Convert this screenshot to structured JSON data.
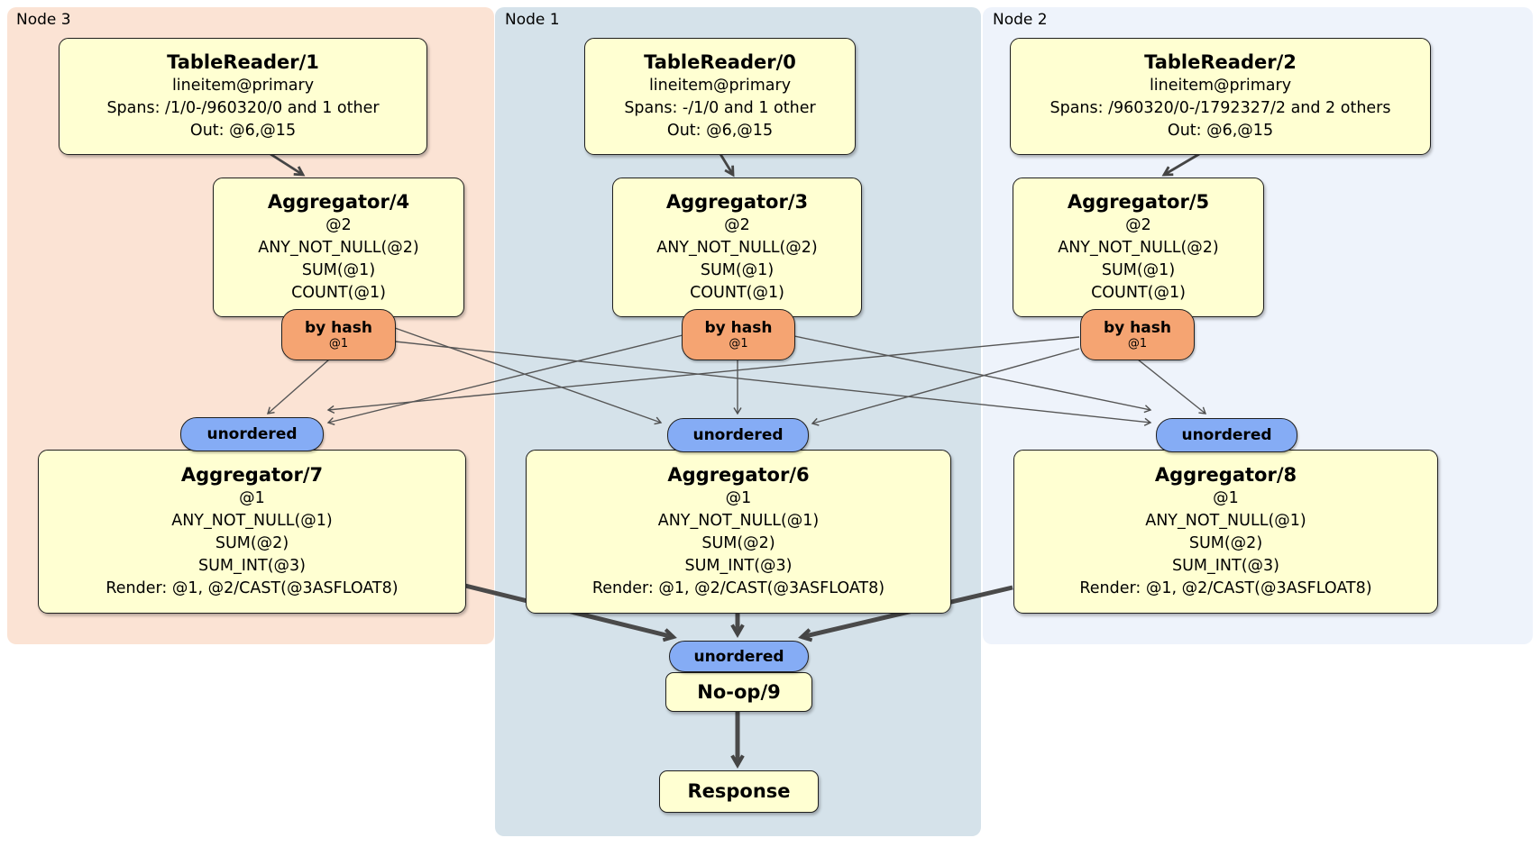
{
  "regions": [
    {
      "label": "Node 3"
    },
    {
      "label": "Node 1"
    },
    {
      "label": "Node 2"
    }
  ],
  "boxes": {
    "tr1": {
      "title": "TableReader/1",
      "lines": [
        "lineitem@primary",
        "Spans: /1/0-/960320/0 and 1 other",
        "Out: @6,@15"
      ]
    },
    "tr0": {
      "title": "TableReader/0",
      "lines": [
        "lineitem@primary",
        "Spans: -/1/0 and 1 other",
        "Out: @6,@15"
      ]
    },
    "tr2": {
      "title": "TableReader/2",
      "lines": [
        "lineitem@primary",
        "Spans: /960320/0-/1792327/2 and 2 others",
        "Out: @6,@15"
      ]
    },
    "agg4": {
      "title": "Aggregator/4",
      "lines": [
        "@2",
        "ANY_NOT_NULL(@2)",
        "SUM(@1)",
        "COUNT(@1)"
      ]
    },
    "agg3": {
      "title": "Aggregator/3",
      "lines": [
        "@2",
        "ANY_NOT_NULL(@2)",
        "SUM(@1)",
        "COUNT(@1)"
      ]
    },
    "agg5": {
      "title": "Aggregator/5",
      "lines": [
        "@2",
        "ANY_NOT_NULL(@2)",
        "SUM(@1)",
        "COUNT(@1)"
      ]
    },
    "agg7": {
      "title": "Aggregator/7",
      "lines": [
        "@1",
        "ANY_NOT_NULL(@1)",
        "SUM(@2)",
        "SUM_INT(@3)",
        "Render: @1, @2/CAST(@3ASFLOAT8)"
      ]
    },
    "agg6": {
      "title": "Aggregator/6",
      "lines": [
        "@1",
        "ANY_NOT_NULL(@1)",
        "SUM(@2)",
        "SUM_INT(@3)",
        "Render: @1, @2/CAST(@3ASFLOAT8)"
      ]
    },
    "agg8": {
      "title": "Aggregator/8",
      "lines": [
        "@1",
        "ANY_NOT_NULL(@1)",
        "SUM(@2)",
        "SUM_INT(@3)",
        "Render: @1, @2/CAST(@3ASFLOAT8)"
      ]
    },
    "noop": {
      "title": "No-op/9"
    },
    "response": {
      "title": "Response"
    }
  },
  "routers": {
    "by_hash_label": "by hash",
    "by_hash_sub": "@1",
    "sync_label": "unordered"
  },
  "colors": {
    "node3_bg": "#fbe3d4",
    "node1_bg": "#d5e2ea",
    "node2_bg": "#eef3fb",
    "processor_box_bg": "#ffffd2",
    "hash_router_bg": "#f5a472",
    "sync_pill_bg": "#85acf5",
    "edge": "#4d4d4d"
  }
}
